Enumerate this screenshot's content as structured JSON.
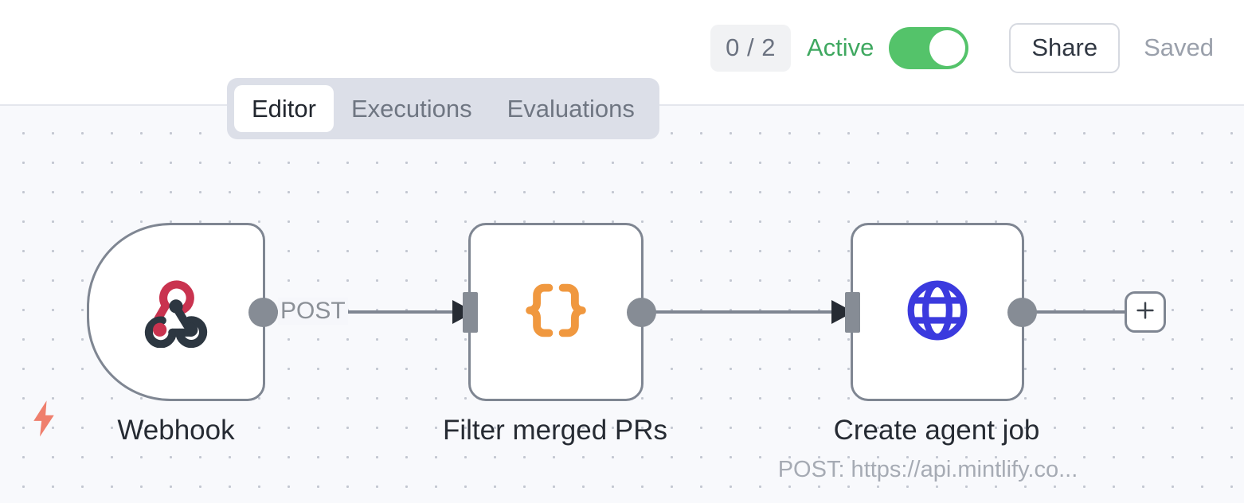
{
  "header": {
    "run_count_badge": "0 / 2",
    "active_label": "Active",
    "active_toggle_state": "on",
    "share_label": "Share",
    "saved_label": "Saved",
    "active_color": "#3fa860",
    "toggle_color": "#54c36a"
  },
  "tabs": {
    "items": [
      {
        "label": "Editor",
        "active": true
      },
      {
        "label": "Executions",
        "active": false
      },
      {
        "label": "Evaluations",
        "active": false
      }
    ]
  },
  "canvas": {
    "trigger_marker_icon": "lightning-bolt-icon",
    "trigger_marker_color": "#ef7f6d",
    "nodes": [
      {
        "id": "webhook",
        "label": "Webhook",
        "sublabel": "",
        "icon": "webhook-icon",
        "icon_colors": [
          "#c9334f",
          "#2d3741"
        ],
        "kind": "trigger"
      },
      {
        "id": "filter",
        "label": "Filter merged PRs",
        "sublabel": "",
        "icon": "curly-braces-icon",
        "icon_colors": [
          "#f0983f"
        ],
        "kind": "step"
      },
      {
        "id": "create-agent-job",
        "label": "Create agent job",
        "sublabel": "POST: https://api.mintlify.co...",
        "icon": "globe-icon",
        "icon_colors": [
          "#3b3ade"
        ],
        "kind": "step"
      }
    ],
    "edges": [
      {
        "from": "webhook",
        "to": "filter",
        "label": "POST"
      },
      {
        "from": "filter",
        "to": "create-agent-job",
        "label": ""
      }
    ],
    "add_node_button_icon": "plus-icon"
  }
}
